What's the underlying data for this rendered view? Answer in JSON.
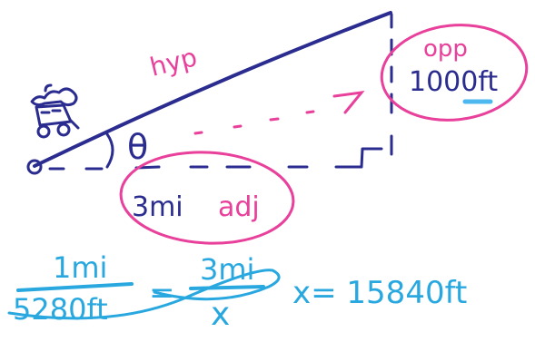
{
  "labels": {
    "hyp": "hyp",
    "theta": "θ",
    "opp": "opp",
    "opp_value": "1000ft",
    "adj_value": "3mi",
    "adj_word": "adj"
  },
  "equation": {
    "left_numerator": "1mi",
    "left_denominator": "5280ft",
    "equals": "=",
    "right_numerator": "3mi",
    "right_denominator": "x",
    "result": "x= 15840ft"
  },
  "colors": {
    "ink": "#2b2c8f",
    "magenta": "#e8409b",
    "cyan": "#29a8e0",
    "light_blue": "#4db8f0"
  }
}
